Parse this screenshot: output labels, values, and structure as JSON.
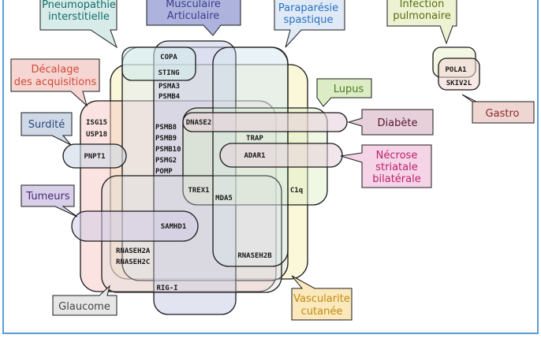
{
  "colors": {
    "frame": "#5b9bd5",
    "pneumopathie": "#0f6e6b",
    "musculaire": "#3a3f8c",
    "paraparesie": "#2a6fc0",
    "infection": "#5b6e12",
    "decalage": "#d04a3a",
    "lupus": "#4d7a20",
    "diabete": "#5a1430",
    "surdite": "#2b4a7a",
    "necrose": "#c0206e",
    "tumeurs": "#4a2a7a",
    "gastro": "#8a2a2a",
    "glaucome": "#444444",
    "vascularite": "#c08a10"
  },
  "callouts": {
    "pneumopathie": [
      "Pneumopathie",
      "interstitielle"
    ],
    "musculaire": [
      "Musculaire",
      "Articulaire"
    ],
    "paraparesie": [
      "Paraparésie",
      "spastique"
    ],
    "infection": [
      "Infection",
      "pulmonaire"
    ],
    "decalage": [
      "Décalage",
      "des acquisitions"
    ],
    "lupus": [
      "Lupus"
    ],
    "diabete": [
      "Diabète"
    ],
    "surdite": [
      "Surdité"
    ],
    "necrose": [
      "Nécrose",
      "striatale",
      "bilatérale"
    ],
    "tumeurs": [
      "Tumeurs"
    ],
    "gastro": [
      "Gastro"
    ],
    "glaucome": [
      "Glaucome"
    ],
    "vascularite": [
      "Vascularite",
      "cutanée"
    ]
  },
  "genes": {
    "copa": "COPA",
    "sting": "STING",
    "psma3": "PSMA3",
    "psmb4": "PSMB4",
    "isg15": "ISG15",
    "usp18": "USP18",
    "psmb8": "PSMB8",
    "psmb9": "PSMB9",
    "psmb10": "PSMB10",
    "psmg2": "PSMG2",
    "pomp": "POMP",
    "dnase2": "DNASE2",
    "trap": "TRAP",
    "adar1": "ADAR1",
    "pnpt1": "PNPT1",
    "trex1": "TREX1",
    "mda5": "MDA5",
    "c1q": "C1q",
    "samhd1": "SAMHD1",
    "rnaseh2a": "RNASEH2A",
    "rnaseh2c": "RNASEH2C",
    "rnaseh2b": "RNASEH2B",
    "rigi": "RIG-I",
    "pola1": "POLA1",
    "skiv2l": "SKIV2L"
  }
}
